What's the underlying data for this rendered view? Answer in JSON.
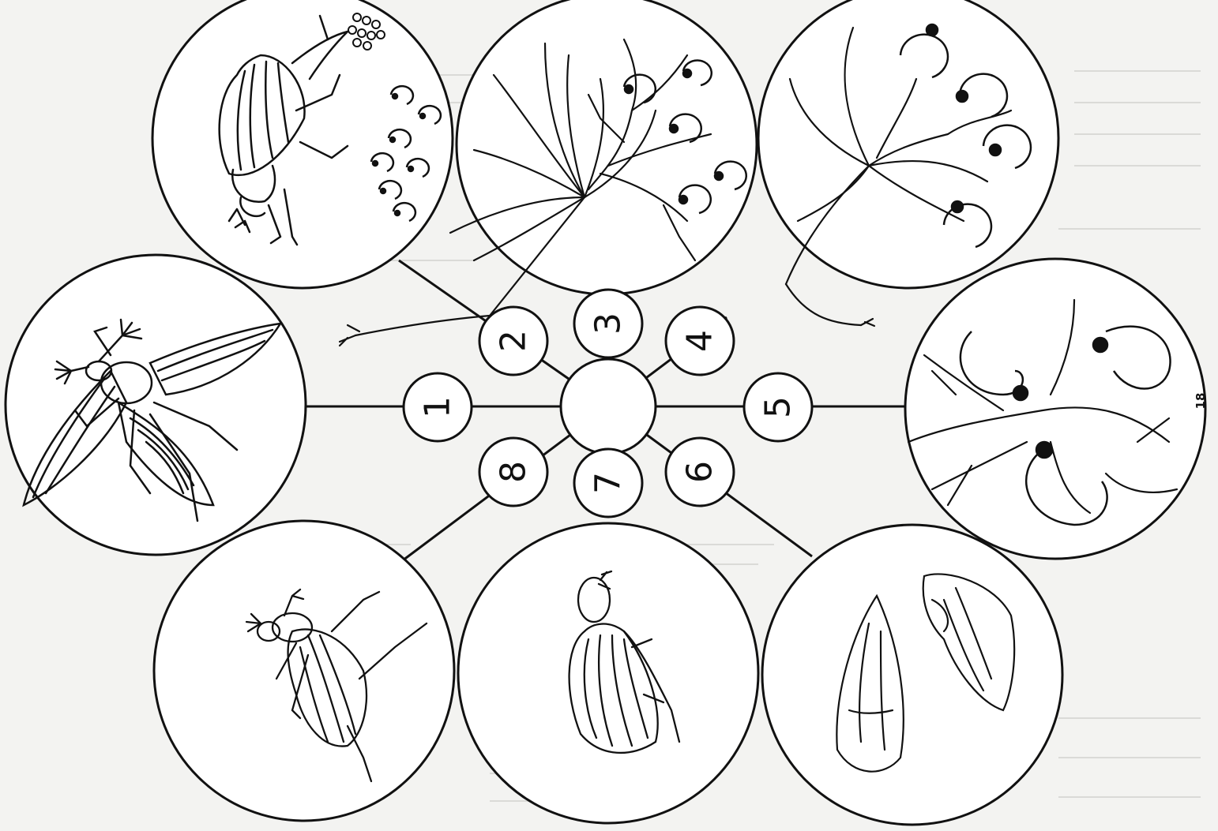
{
  "diagram": {
    "type": "life-cycle",
    "center_label": "",
    "nodes": [
      {
        "number": "1",
        "subject": "flying-adult-beetle",
        "text_rotation": -90
      },
      {
        "number": "2",
        "subject": "female-beetle-laying-eggs",
        "text_rotation": -90
      },
      {
        "number": "3",
        "subject": "young-grubs-in-grass-roots",
        "text_rotation": -90
      },
      {
        "number": "4",
        "subject": "grubs-feeding-on-roots",
        "text_rotation": -90
      },
      {
        "number": "5",
        "subject": "large-grubs-among-roots",
        "text_rotation": -90
      },
      {
        "number": "6",
        "subject": "pupae",
        "text_rotation": -90
      },
      {
        "number": "7",
        "subject": "adult-emerging-from-pupal-skin",
        "text_rotation": -90
      },
      {
        "number": "8",
        "subject": "adult-beetle-resting",
        "text_rotation": -90
      }
    ],
    "side_mark": "18",
    "colors": {
      "ink": "#111111",
      "paper": "#ffffff",
      "background": "#f3f3f1",
      "bleed_text": "#b9b9b4"
    }
  }
}
